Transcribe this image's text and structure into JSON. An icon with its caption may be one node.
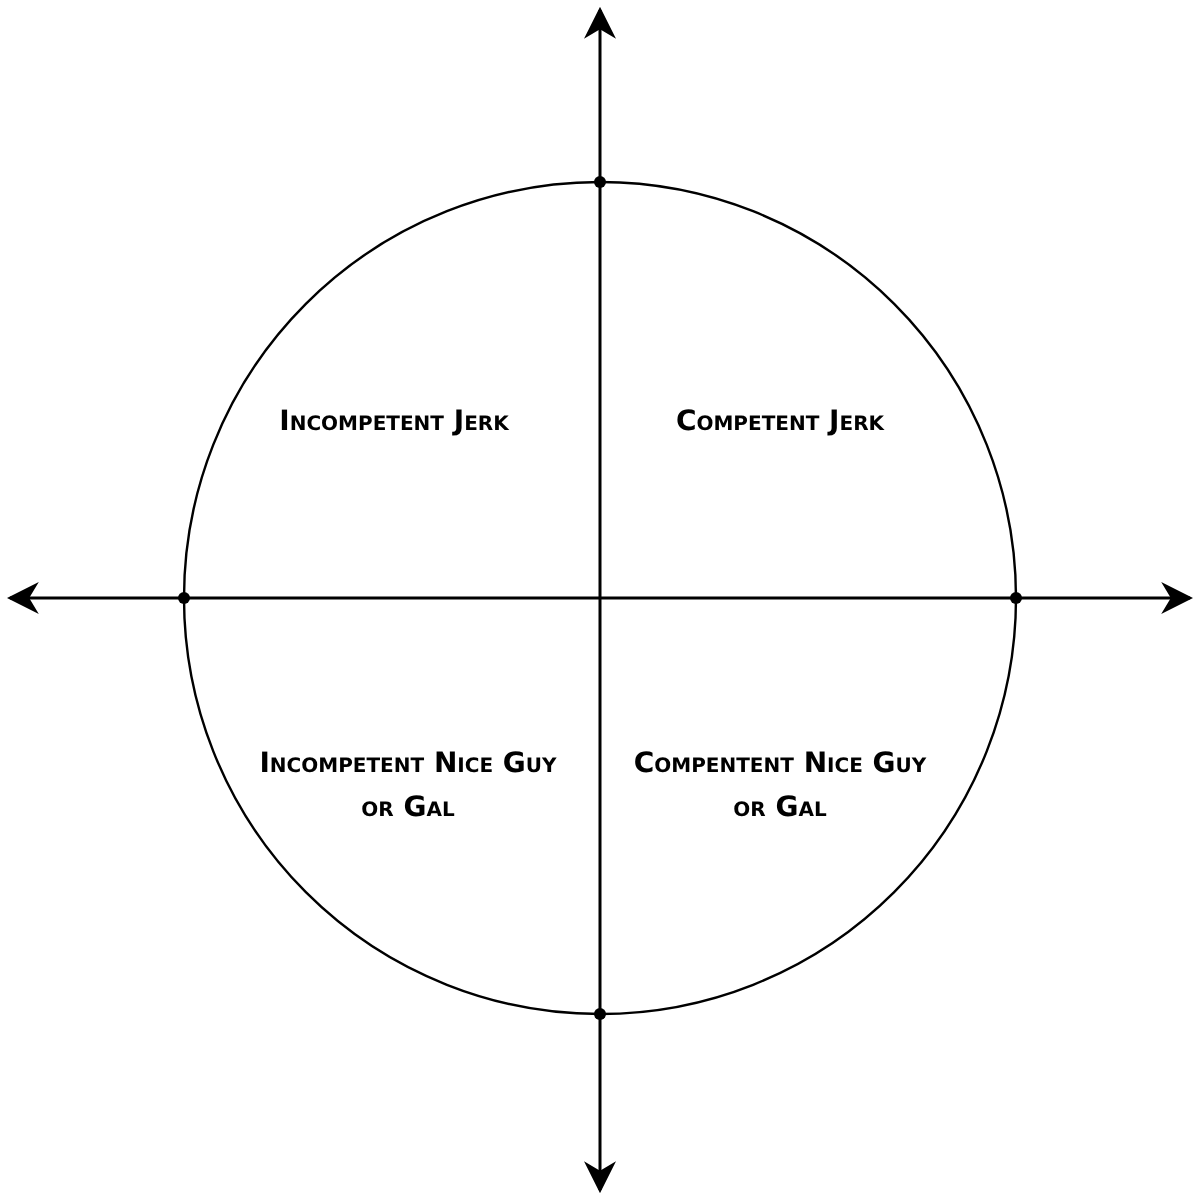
{
  "diagram": {
    "labels": [
      "Incompetent Jerk",
      "Competent Jerk",
      "Incompetent Nice Guy or Gal",
      "Compentent Nice Guy or Gal"
    ]
  }
}
